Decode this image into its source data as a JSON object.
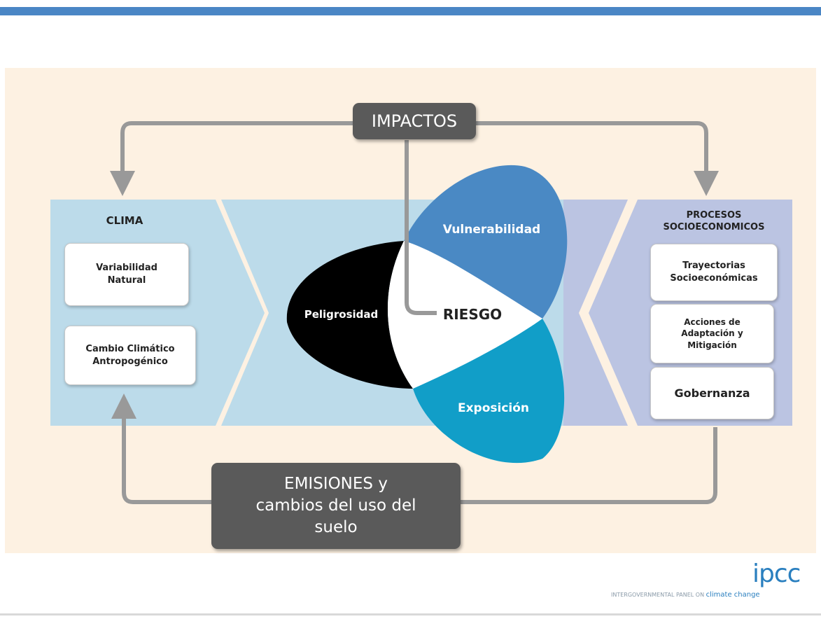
{
  "colors": {
    "top_bar": "#4a86c5",
    "panel_background": "#fdf1e2",
    "clima_band": "#bcdbea",
    "socio_band": "#bbc4e2",
    "vulnerabilidad": "#4a89c4",
    "exposicion": "#119ec8",
    "peligrosidad": "#000000",
    "dark_box": "#5a5a5a",
    "arrow": "#999999"
  },
  "impactos": "IMPACTOS",
  "emisiones": "EMISIONES y\ncambios del uso del\nsuelo",
  "clima": {
    "title": "CLIMA",
    "variabilidad": "Variabilidad\nNatural",
    "cambio": "Cambio Climático\nAntropogénico"
  },
  "socio": {
    "title": "PROCESOS\nSOCIOECONOMICOS",
    "trayectorias": "Trayectorias\nSocioeconómicas",
    "acciones": "Acciones de\nAdaptación y\nMitigación",
    "gobernanza": "Gobernanza"
  },
  "risk": {
    "center": "RIESGO",
    "peligrosidad": "Peligrosidad",
    "vulnerabilidad": "Vulnerabilidad",
    "exposicion": "Exposición"
  },
  "logo": {
    "name": "ipcc",
    "subtitle_prefix": "INTERGOVERNMENTAL PANEL ON",
    "subtitle_accent": "climate change"
  }
}
